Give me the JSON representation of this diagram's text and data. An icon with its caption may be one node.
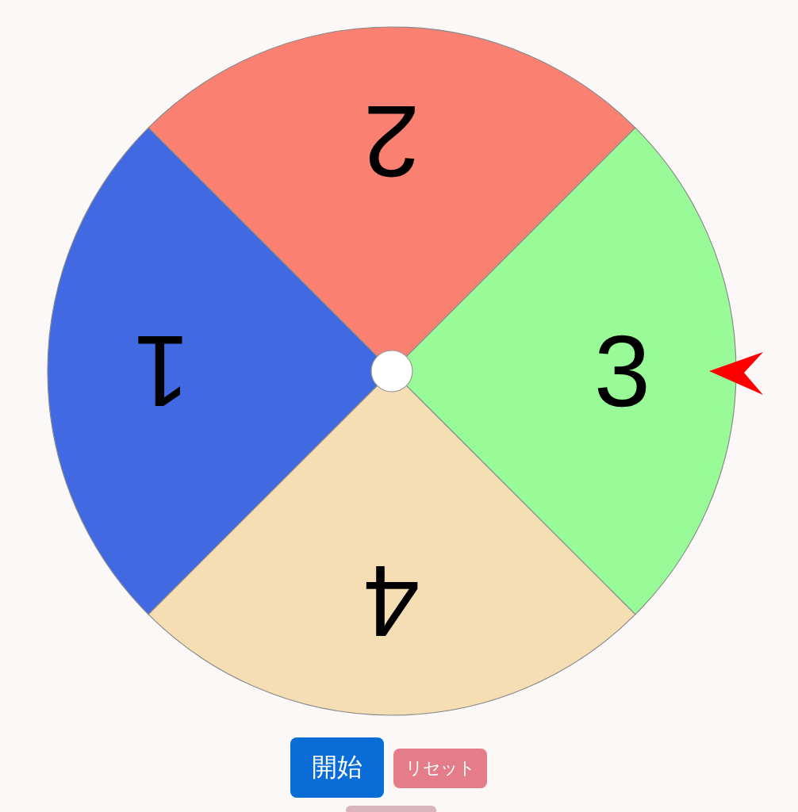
{
  "diagram": {
    "nodes": [
      {
        "text": [
          "2"
        ]
      },
      {
        "text": [
          "1"
        ]
      },
      {
        "text": [
          "3"
        ]
      },
      {
        "text": [
          "4"
        ]
      }
    ],
    "labels": [
      "開始",
      "リセット"
    ]
  }
}
